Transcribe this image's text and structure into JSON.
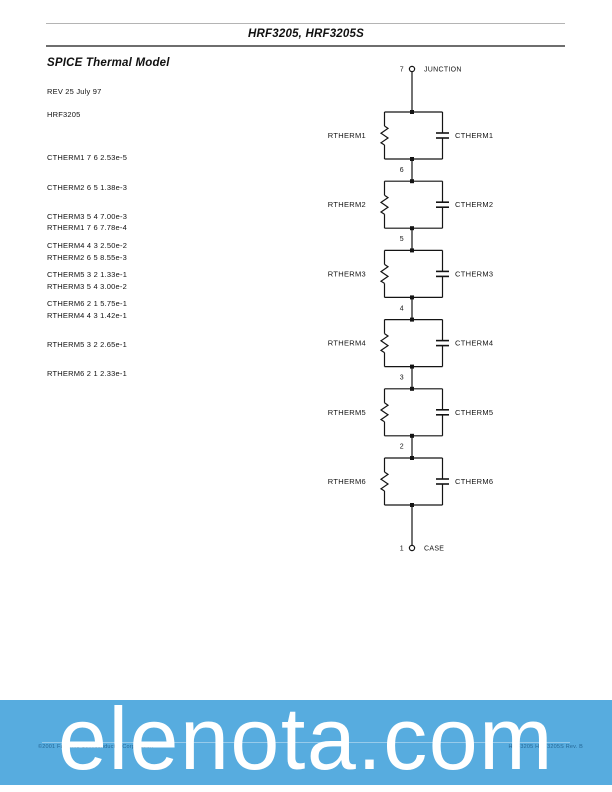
{
  "page": {
    "header": {
      "title": "HRF3205, HRF3205S"
    },
    "section_title": "SPICE Thermal Model",
    "spice": {
      "rev_line": "REV 25 July 97",
      "model_name": "HRF3205",
      "ctherm_lines": [
        "CTHERM1 7 6 2.53e-5",
        "CTHERM2 6 5 1.38e-3",
        "CTHERM3 5 4 7.00e-3",
        "CTHERM4 4 3 2.50e-2",
        "CTHERM5 3 2 1.33e-1",
        "CTHERM6 2 1 5.75e-1"
      ],
      "rtherm_lines": [
        "RTHERM1 7 6 7.78e-4",
        "RTHERM2 6 5 8.55e-3",
        "RTHERM3 5 4 3.00e-2",
        "RTHERM4 4 3 1.42e-1",
        "RTHERM5 3 2 2.65e-1",
        "RTHERM6 2 1 2.33e-1"
      ]
    },
    "diagram": {
      "junction": {
        "node": "7",
        "label": "JUNCTION"
      },
      "case_node": {
        "node": "1",
        "label": "CASE"
      },
      "blocks": [
        {
          "r_label": "RTHERM1",
          "c_label": "CTHERM1",
          "bottom_node": "6"
        },
        {
          "r_label": "RTHERM2",
          "c_label": "CTHERM2",
          "bottom_node": "5"
        },
        {
          "r_label": "RTHERM3",
          "c_label": "CTHERM3",
          "bottom_node": "4"
        },
        {
          "r_label": "RTHERM4",
          "c_label": "CTHERM4",
          "bottom_node": "3"
        },
        {
          "r_label": "RTHERM5",
          "c_label": "CTHERM5",
          "bottom_node": "2"
        },
        {
          "r_label": "RTHERM6",
          "c_label": "CTHERM6",
          "bottom_node": ""
        }
      ]
    },
    "footer": {
      "copyright": "©2001 Fairchild Semiconductor Corporation",
      "doc_ref": "HRF3205 HRF3205S Rev. B"
    },
    "watermark": {
      "text": "elenota.com"
    },
    "colors": {
      "banner": "#57ACDF",
      "watermark_text": "#ffffff",
      "line": "#141414"
    }
  }
}
